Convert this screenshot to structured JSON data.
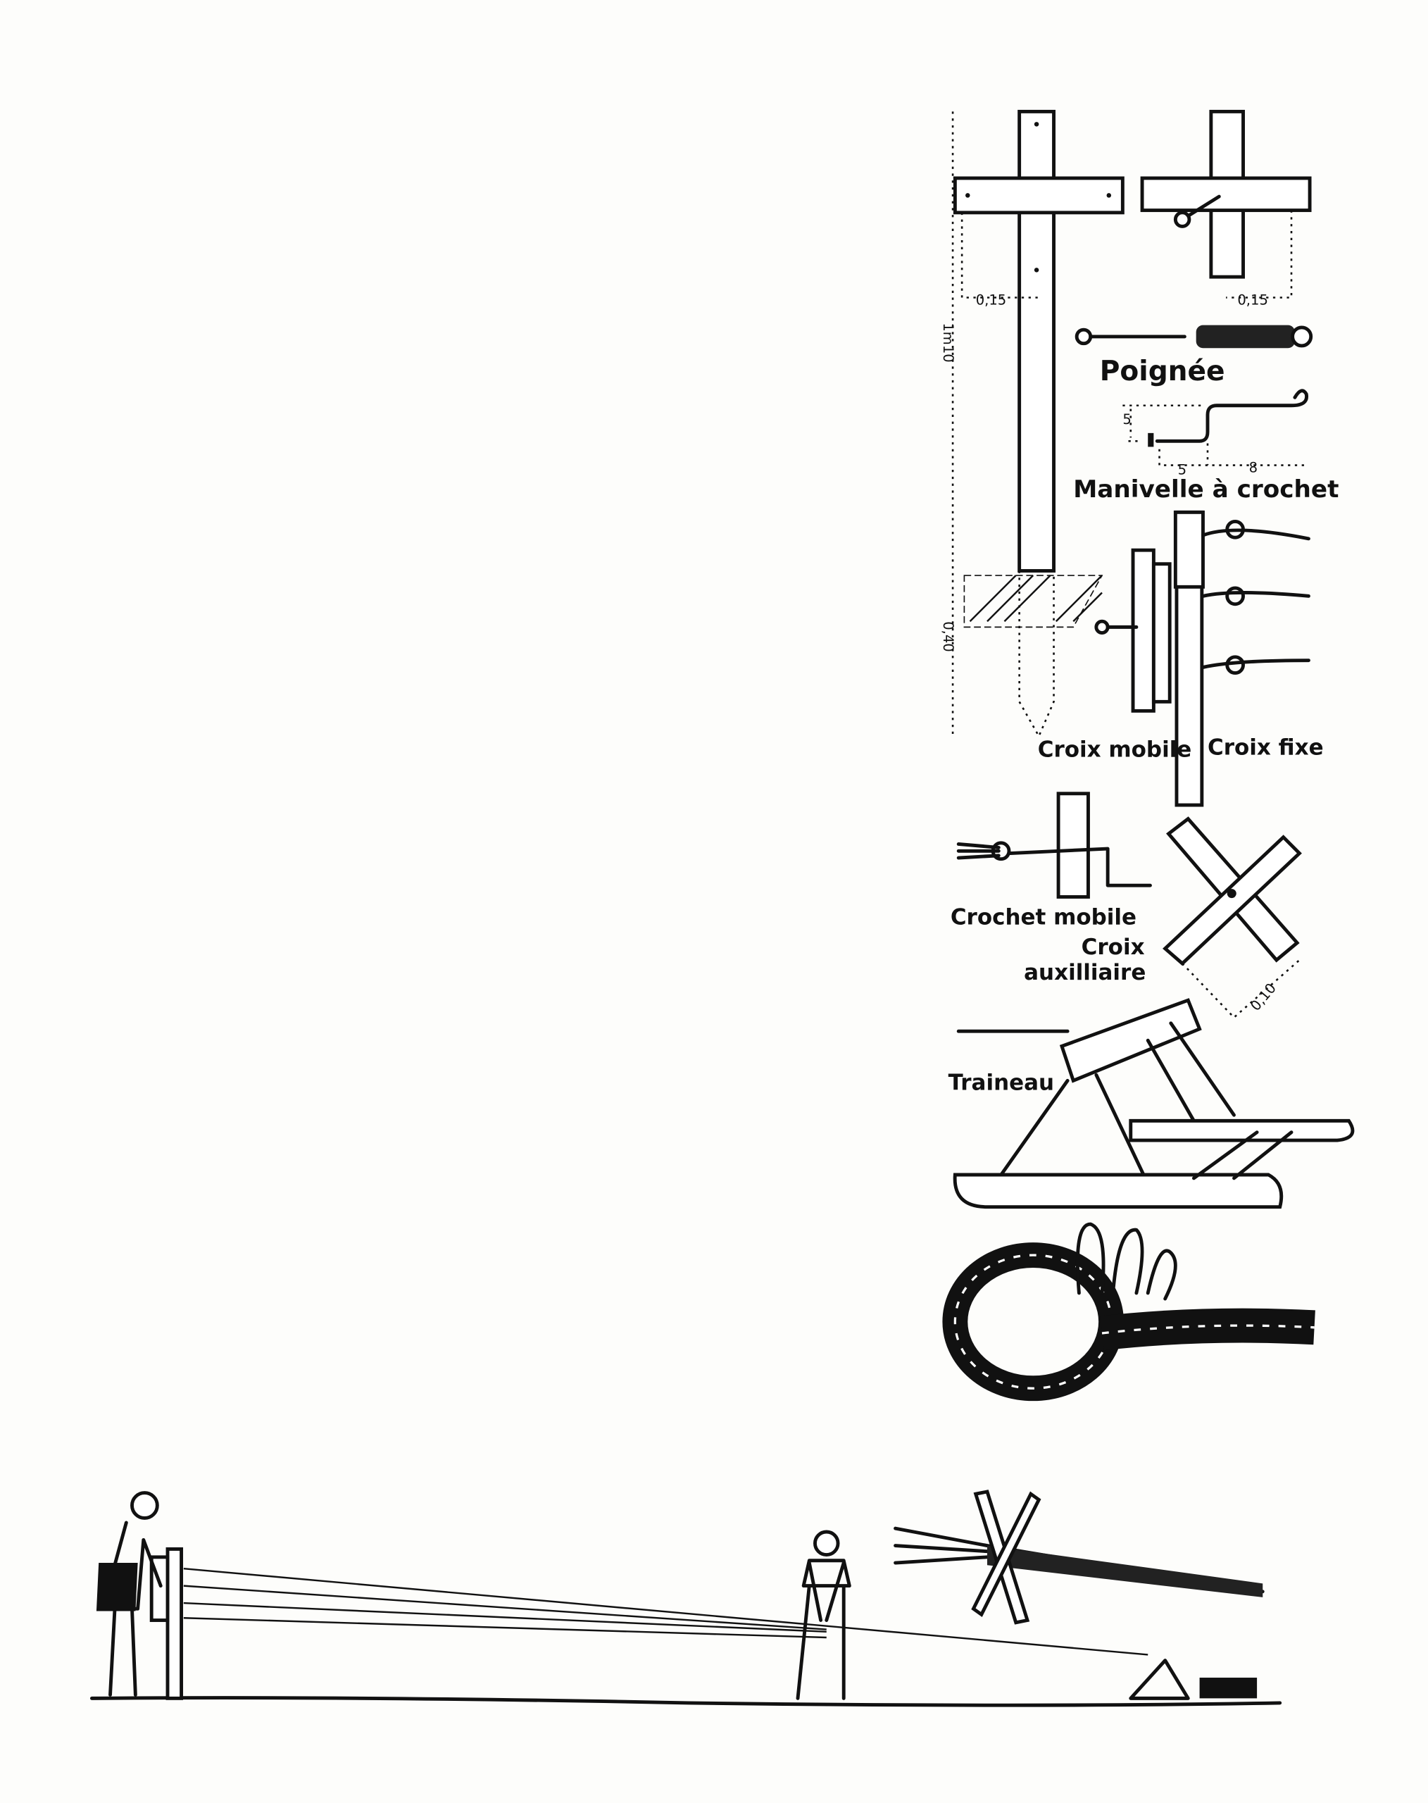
{
  "figure": {
    "labels": {
      "dim_cross_left": "0,15",
      "dim_cross_right": "0,15",
      "dim_post_height": "1m10",
      "dim_post_buried": "0,40",
      "poignee": "Poignée",
      "manivelle": "Manivelle à crochet",
      "dim_crank_height": "5",
      "dim_crank_a": "5",
      "dim_crank_b": "8",
      "croix_mobile": "Croix mobile",
      "croix_fixe": "Croix fixe",
      "crochet_mobile": "Crochet mobile",
      "croix_aux_1": "Croix",
      "croix_aux_2": "auxilliaire",
      "dim_aux": "0,10",
      "traineau": "Traineau"
    },
    "colors": {
      "ink": "#111111",
      "paper": "#fdfdfb"
    }
  }
}
